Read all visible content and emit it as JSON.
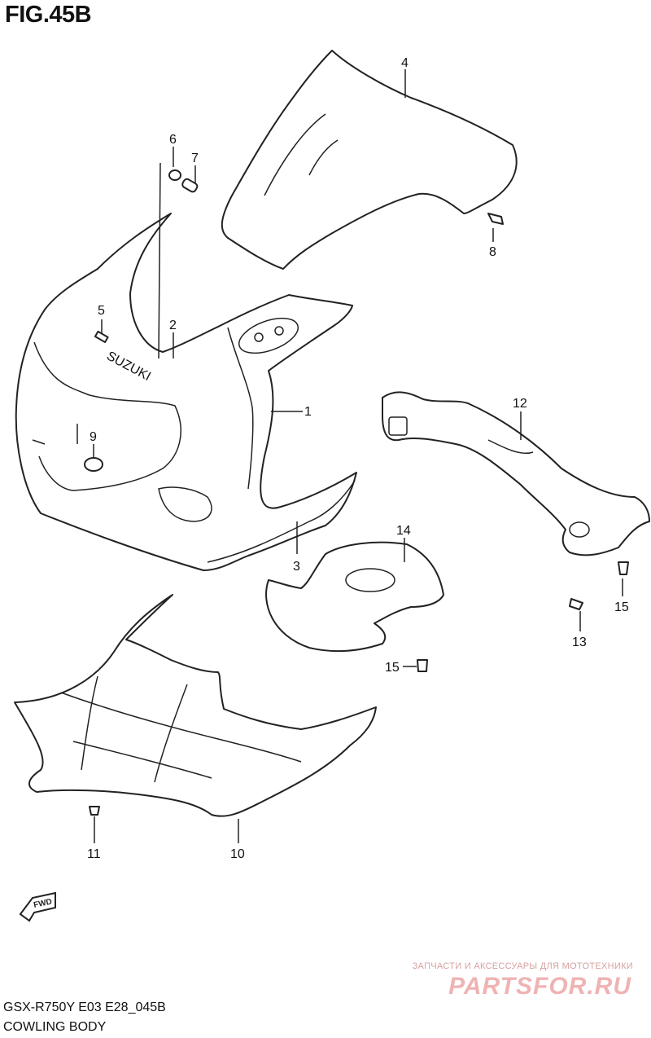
{
  "figure": {
    "title": "FIG.45B"
  },
  "brand_text": "SUZUKI",
  "fwd_text": "FWD",
  "labels": [
    "1",
    "2",
    "3",
    "4",
    "5",
    "6",
    "7",
    "8",
    "9",
    "10",
    "11",
    "12",
    "13",
    "14",
    "15",
    "15"
  ],
  "footer": {
    "model": "GSX-R750Y  E03  E28_045B",
    "name": "COWLING BODY"
  },
  "watermark": {
    "tagline": "ЗАПЧАСТИ И АКСЕССУАРЫ ДЛЯ МОТОТЕХНИКИ",
    "site": "PARTSFOR.RU"
  }
}
